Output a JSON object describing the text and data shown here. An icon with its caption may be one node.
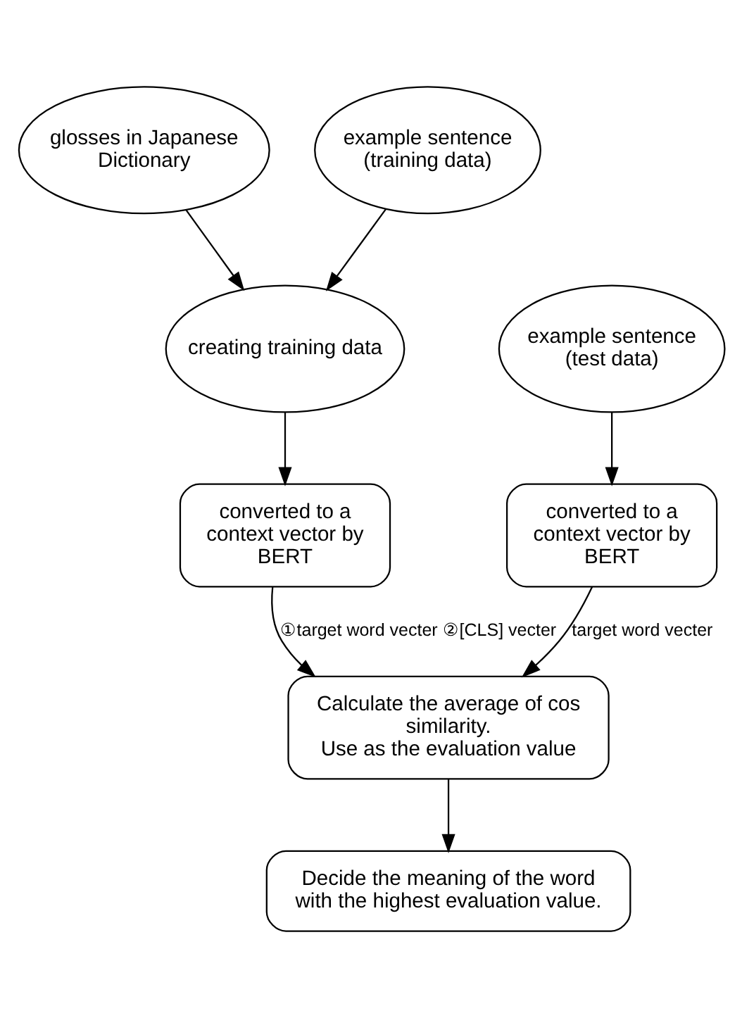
{
  "diagram": {
    "nodes": [
      {
        "text": [
          "glosses in Japanese Dictionary"
        ]
      },
      {
        "text": [
          "example sentence (training data)"
        ]
      },
      {
        "text": [
          "creating training data"
        ]
      },
      {
        "text": [
          "example sentence (test data)"
        ]
      },
      {
        "text": [
          "converted to a context vector by BERT"
        ]
      },
      {
        "text": [
          "converted to a context vector by BERT"
        ]
      },
      {
        "text": [
          "Calculate the average of cos similarity.",
          "Use as the evaluation value"
        ]
      },
      {
        "text": [
          "Decide the meaning of the word with the highest evaluation value."
        ]
      }
    ],
    "edges": [
      {
        "from": 0,
        "to": 2,
        "arrow": "to"
      },
      {
        "from": 1,
        "to": 2,
        "arrow": "to"
      },
      {
        "from": 2,
        "to": 4,
        "arrow": "to"
      },
      {
        "from": 3,
        "to": 5,
        "arrow": "to"
      },
      {
        "from": 4,
        "to": 6,
        "arrow": "to",
        "label": "①target word vecter ②[CLS] vecter"
      },
      {
        "from": 5,
        "to": 6,
        "arrow": "to",
        "label": "target word vecter"
      },
      {
        "from": 6,
        "to": 7,
        "arrow": "to"
      }
    ]
  }
}
